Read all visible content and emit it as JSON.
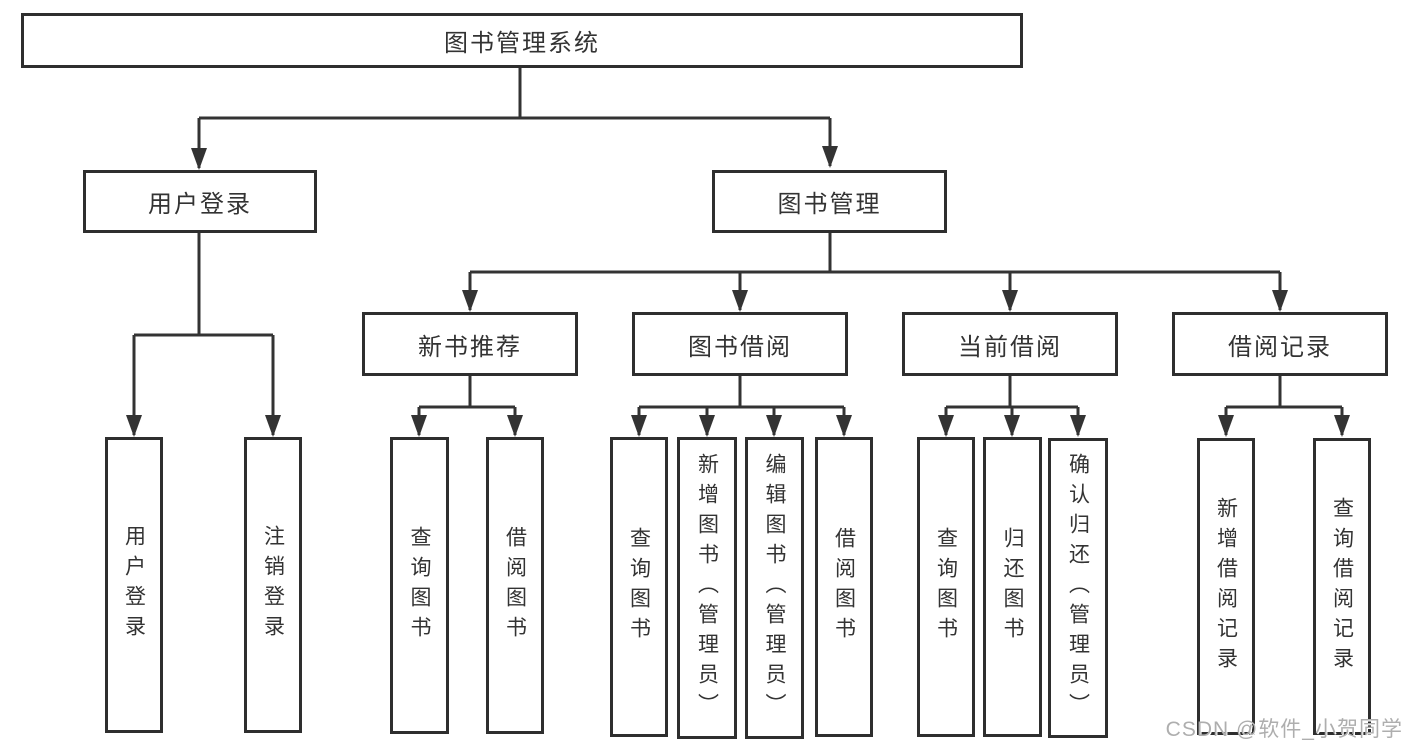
{
  "tree": {
    "root": "图书管理系统",
    "branches": [
      {
        "label": "用户登录",
        "leaves": [
          "用户登录",
          "注销登录"
        ]
      },
      {
        "label": "图书管理",
        "sections": [
          {
            "label": "新书推荐",
            "leaves": [
              "查询图书",
              "借阅图书"
            ]
          },
          {
            "label": "图书借阅",
            "leaves": [
              "查询图书",
              "新增图书（管理员）",
              "编辑图书（管理员）",
              "借阅图书"
            ]
          },
          {
            "label": "当前借阅",
            "leaves": [
              "查询图书",
              "归还图书",
              "确认归还（管理员）"
            ]
          },
          {
            "label": "借阅记录",
            "leaves": [
              "新增借阅记录",
              "查询借阅记录"
            ]
          }
        ]
      }
    ]
  },
  "watermark": {
    "text": "CSDN @软件_小贺同学"
  },
  "colors": {
    "line": "#333333",
    "box_border": "#2e2e2e",
    "text": "#333333",
    "background": "#ffffff",
    "watermark": "#aeaeae"
  }
}
